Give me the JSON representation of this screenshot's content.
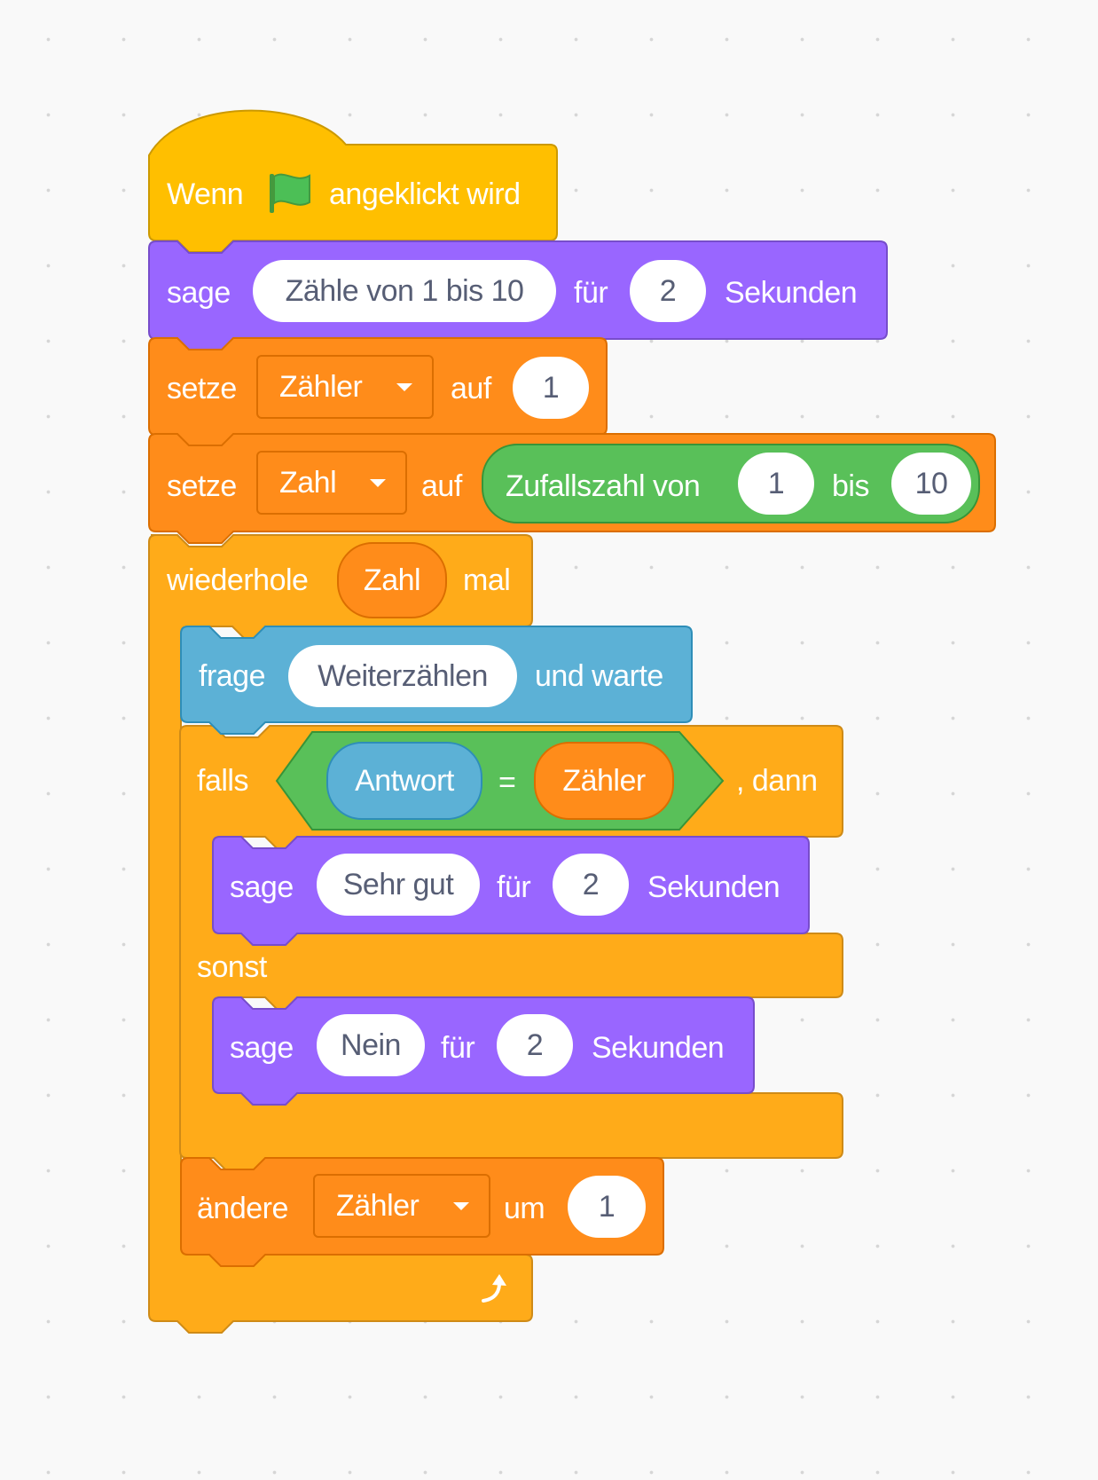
{
  "script": {
    "hat": {
      "before": "Wenn",
      "after": "angeklickt wird",
      "flag_icon": "green-flag-icon"
    },
    "say1": {
      "verb": "sage",
      "message": "Zähle von 1 bis 10",
      "for": "für",
      "secs": "2",
      "unit": "Sekunden"
    },
    "set1": {
      "verb": "setze",
      "variable": "Zähler",
      "to": "auf",
      "value": "1"
    },
    "set2": {
      "verb": "setze",
      "variable": "Zahl",
      "to": "auf",
      "random": {
        "label": "Zufallszahl von",
        "from": "1",
        "to_label": "bis",
        "to": "10"
      }
    },
    "repeat": {
      "verb": "wiederhole",
      "times_var": "Zahl",
      "suffix": "mal",
      "loop_icon": "loop-arrow-icon"
    },
    "ask": {
      "verb": "frage",
      "question": "Weiterzählen",
      "suffix": "und warte"
    },
    "if": {
      "verb": "falls",
      "left": "Antwort",
      "op": "=",
      "right": "Zähler",
      "suffix": ", dann",
      "then_say": {
        "verb": "sage",
        "message": "Sehr gut",
        "for": "für",
        "secs": "2",
        "unit": "Sekunden"
      },
      "else_label": "sonst",
      "else_say": {
        "verb": "sage",
        "message": "Nein",
        "for": "für",
        "secs": "2",
        "unit": "Sekunden"
      }
    },
    "change": {
      "verb": "ändere",
      "variable": "Zähler",
      "by": "um",
      "value": "1"
    }
  },
  "colors": {
    "events": "#ffbf00",
    "looks": "#9966ff",
    "variables": "#ff8c1a",
    "control": "#ffab19",
    "sensing": "#5cb1d6",
    "operators": "#59c059"
  }
}
